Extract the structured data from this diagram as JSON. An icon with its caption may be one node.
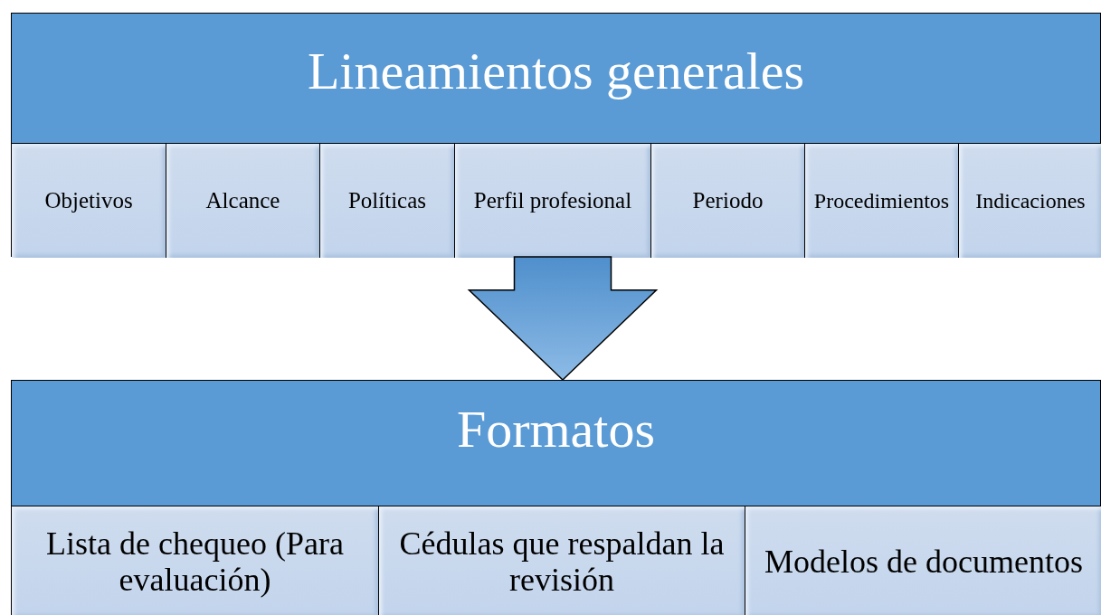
{
  "diagram": {
    "nodes": [
      {
        "text": [
          "Lineamientos generales"
        ]
      },
      {
        "text": [
          "Objetivos"
        ],
        "in": 0
      },
      {
        "text": [
          "Alcance"
        ],
        "in": 0
      },
      {
        "text": [
          "Políticas"
        ],
        "in": 0
      },
      {
        "text": [
          "Perfil profesional"
        ],
        "in": 0
      },
      {
        "text": [
          "Periodo"
        ],
        "in": 0
      },
      {
        "text": [
          "Procedimientos"
        ],
        "in": 0
      },
      {
        "text": [
          "Indicaciones"
        ],
        "in": 0
      },
      {
        "text": [
          "Formatos"
        ]
      },
      {
        "text": [
          "Lista de chequeo (Para evaluación)"
        ],
        "in": 8
      },
      {
        "text": [
          "Cédulas que respaldan la revisión"
        ],
        "in": 8
      },
      {
        "text": [
          "Modelos de documentos"
        ],
        "in": 8
      }
    ],
    "edges": [
      {
        "from": 0,
        "to": 8,
        "arrow": "to",
        "style": "thick"
      }
    ]
  }
}
